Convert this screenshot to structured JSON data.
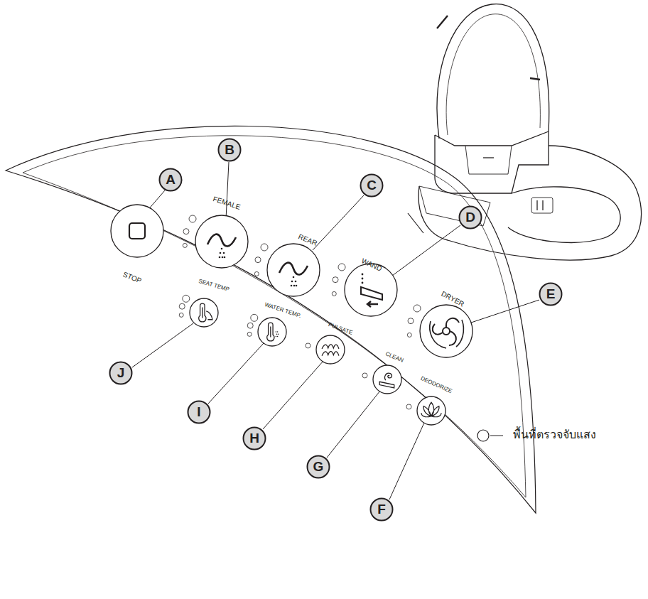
{
  "diagram": {
    "nodes": [
      {
        "text": [
          "A"
        ]
      },
      {
        "text": [
          "B"
        ]
      },
      {
        "text": [
          "C"
        ]
      },
      {
        "text": [
          "D"
        ]
      },
      {
        "text": [
          "E"
        ]
      },
      {
        "text": [
          "J"
        ]
      },
      {
        "text": [
          "I"
        ]
      },
      {
        "text": [
          "H"
        ]
      },
      {
        "text": [
          "G"
        ]
      },
      {
        "text": [
          "F"
        ]
      }
    ],
    "labels": [
      "STOP",
      "FEMALE",
      "REAR",
      "WAND",
      "DRYER",
      "SEAT TEMP",
      "WATER TEMP.",
      "PULSATE",
      "CLEAN",
      "DEODORIZE",
      "พื้นที่ตรวจจับแสง"
    ]
  }
}
